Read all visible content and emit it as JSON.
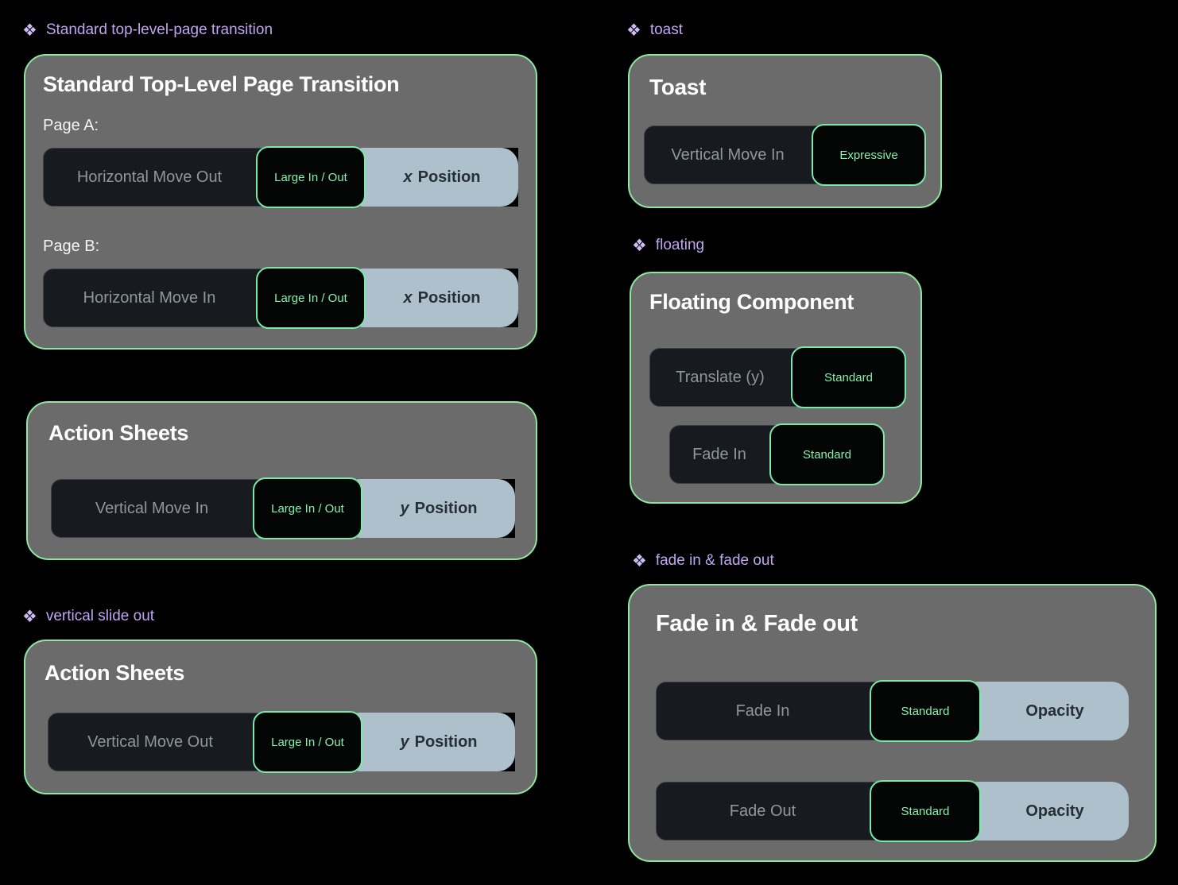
{
  "marker": "❖",
  "colors": {
    "background": "#000000",
    "card_bg": "#6b6b6b",
    "card_border": "#8de79e",
    "title_text": "#ffffff",
    "label_text": "#c0a5f2",
    "label_icon": "#cdbcf4",
    "dark_pill_bg": "#171b20",
    "dark_pill_text": "#8f969c",
    "green_pill_bg": "#030604",
    "green_pill_border": "#7be9ab",
    "green_pill_text": "#86efac",
    "light_pill_bg": "#aec0cc",
    "light_pill_text": "#272f36"
  },
  "sections": {
    "standard": {
      "label": "Standard top-level-page transition",
      "title": "Standard Top-Level Page Transition",
      "page_a": {
        "caption": "Page A:",
        "motion": "Horizontal Move Out",
        "easing": "Large In / Out",
        "prop_prefix": "x",
        "prop_name": "Position"
      },
      "page_b": {
        "caption": "Page B:",
        "motion": "Horizontal Move In",
        "easing": "Large In / Out",
        "prop_prefix": "x",
        "prop_name": "Position"
      }
    },
    "action_sheets_in": {
      "title": "Action Sheets",
      "row": {
        "motion": "Vertical Move In",
        "easing": "Large In / Out",
        "prop_prefix": "y",
        "prop_name": "Position"
      }
    },
    "vertical_slide_out": {
      "label": "vertical slide out",
      "title": "Action Sheets",
      "row": {
        "motion": "Vertical Move Out",
        "easing": "Large In / Out",
        "prop_prefix": "y",
        "prop_name": "Position"
      }
    },
    "toast": {
      "label": "toast",
      "title": "Toast",
      "row": {
        "motion": "Vertical Move In",
        "easing": "Expressive"
      }
    },
    "floating": {
      "label": "floating",
      "title": "Floating Component",
      "rows": [
        {
          "motion": "Translate (y)",
          "easing": "Standard"
        },
        {
          "motion": "Fade In",
          "easing": "Standard"
        }
      ]
    },
    "fade": {
      "label": "fade in & fade out",
      "title": "Fade in & Fade out",
      "rows": [
        {
          "motion": "Fade In",
          "easing": "Standard",
          "prop_name": "Opacity"
        },
        {
          "motion": "Fade Out",
          "easing": "Standard",
          "prop_name": "Opacity"
        }
      ]
    }
  }
}
